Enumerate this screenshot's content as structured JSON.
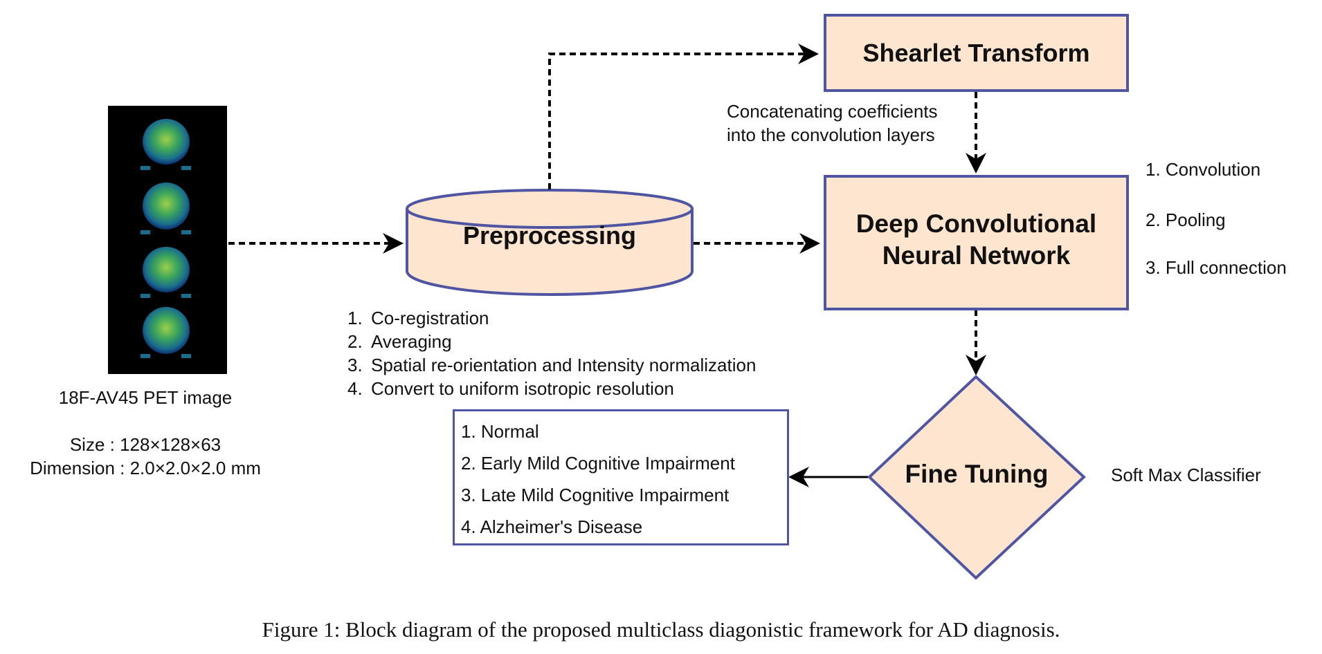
{
  "input": {
    "title": "18F-AV45 PET image",
    "size": "Size : 128×128×63",
    "dimension": "Dimension : 2.0×2.0×2.0 mm"
  },
  "preprocessing": {
    "label": "Preprocessing",
    "steps": [
      {
        "num": "1.",
        "text": "Co-registration"
      },
      {
        "num": "2.",
        "text": "Averaging"
      },
      {
        "num": "3.",
        "text": "Spatial re-orientation and Intensity normalization"
      },
      {
        "num": "4.",
        "text": "Convert to uniform isotropic resolution"
      }
    ]
  },
  "shearlet": {
    "label": "Shearlet Transform",
    "note_line1": "Concatenating coefficients",
    "note_line2": "into the convolution layers"
  },
  "cnn": {
    "label_line1": "Deep Convolutional",
    "label_line2": "Neural Network",
    "ops": [
      "1. Convolution",
      "2. Pooling",
      "3. Full connection"
    ]
  },
  "fine_tuning": {
    "label": "Fine Tuning",
    "note": "Soft Max Classifier"
  },
  "classes": [
    "1. Normal",
    "2. Early Mild Cognitive Impairment",
    "3. Late Mild Cognitive Impairment",
    "4. Alzheimer's Disease"
  ],
  "caption": "Figure 1: Block diagram of the proposed multiclass diagonistic framework for AD diagnosis.",
  "colors": {
    "node_fill": "#fde5cf",
    "node_border": "#4f55a3",
    "pet_background": "#000000"
  }
}
